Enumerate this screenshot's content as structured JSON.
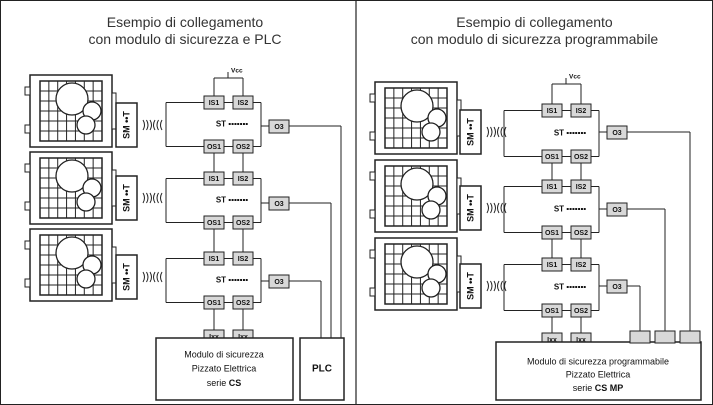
{
  "left_panel": {
    "title_line1": "Esempio di collegamento",
    "title_line2": "con modulo di sicurezza e PLC",
    "vcc": "Vcc",
    "sensor_label": "SM ••T",
    "is1": "IS1",
    "is2": "IS2",
    "st": "ST ▪▪▪▪▪▪▪",
    "os1": "OS1",
    "os2": "OS2",
    "o3": "O3",
    "input": "Ixx",
    "module_line1": "Modulo di sicurezza",
    "module_line2": "Pizzato Elettrica",
    "module_line3_prefix": "serie ",
    "module_line3_bold": "CS",
    "plc": "PLC"
  },
  "right_panel": {
    "title_line1": "Esempio di collegamento",
    "title_line2": "con modulo di sicurezza programmabile",
    "vcc": "Vcc",
    "sensor_label": "SM ••T",
    "is1": "IS1",
    "is2": "IS2",
    "st": "ST ▪▪▪▪▪▪▪",
    "os1": "OS1",
    "os2": "OS2",
    "o3": "O3",
    "input": "Ixx",
    "module_line1": "Modulo di sicurezza programmabile",
    "module_line2": "Pizzato Elettrica",
    "module_line3_prefix": "serie ",
    "module_line3_bold": "CS MP"
  },
  "colors": {
    "box_fill": "#d8d8d8",
    "stroke": "#222222",
    "frame": "#555555"
  }
}
